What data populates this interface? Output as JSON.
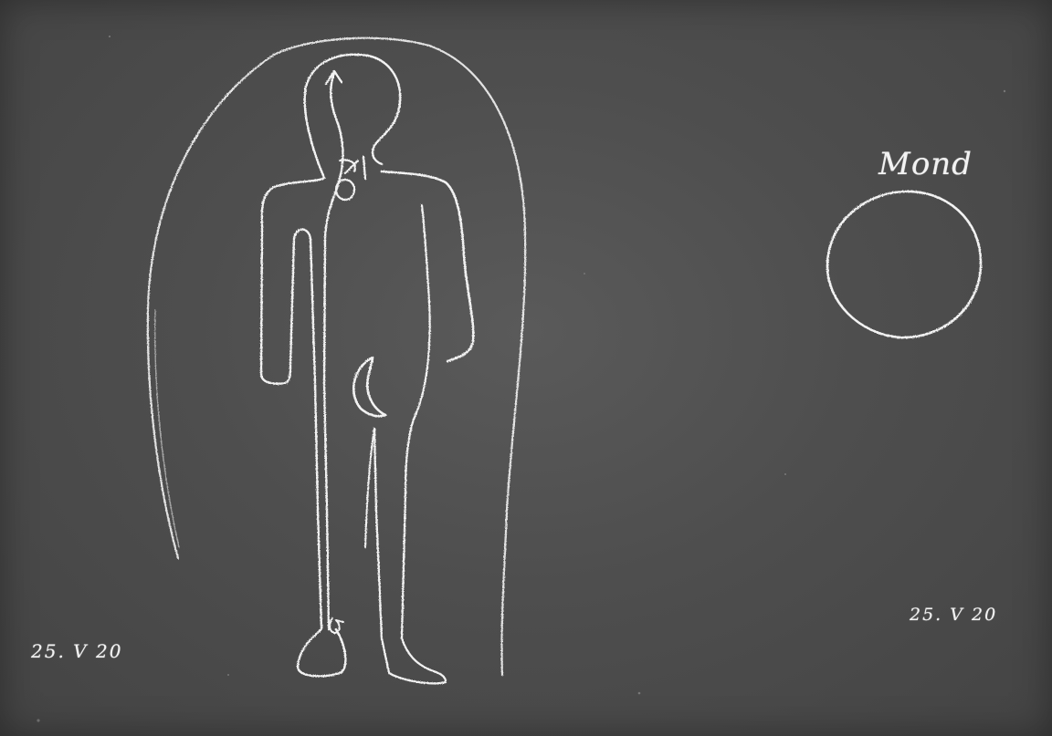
{
  "board": {
    "background_color": "#4e4e4e",
    "chalk_color": "#f2f2f2"
  },
  "labels": {
    "moon_label": "Mond",
    "date_left": "25. Ⅴ 20",
    "date_right": "25. Ⅴ 20"
  },
  "figures": {
    "human_figure": "human-figure",
    "aura_arch": "aura-arch",
    "moon_circle": "moon-circle",
    "crescent": "crescent-moon-symbol",
    "arrow": "up-arrow",
    "throat_symbol": "throat-symbol",
    "foot_symbol": "foot-symbol"
  }
}
